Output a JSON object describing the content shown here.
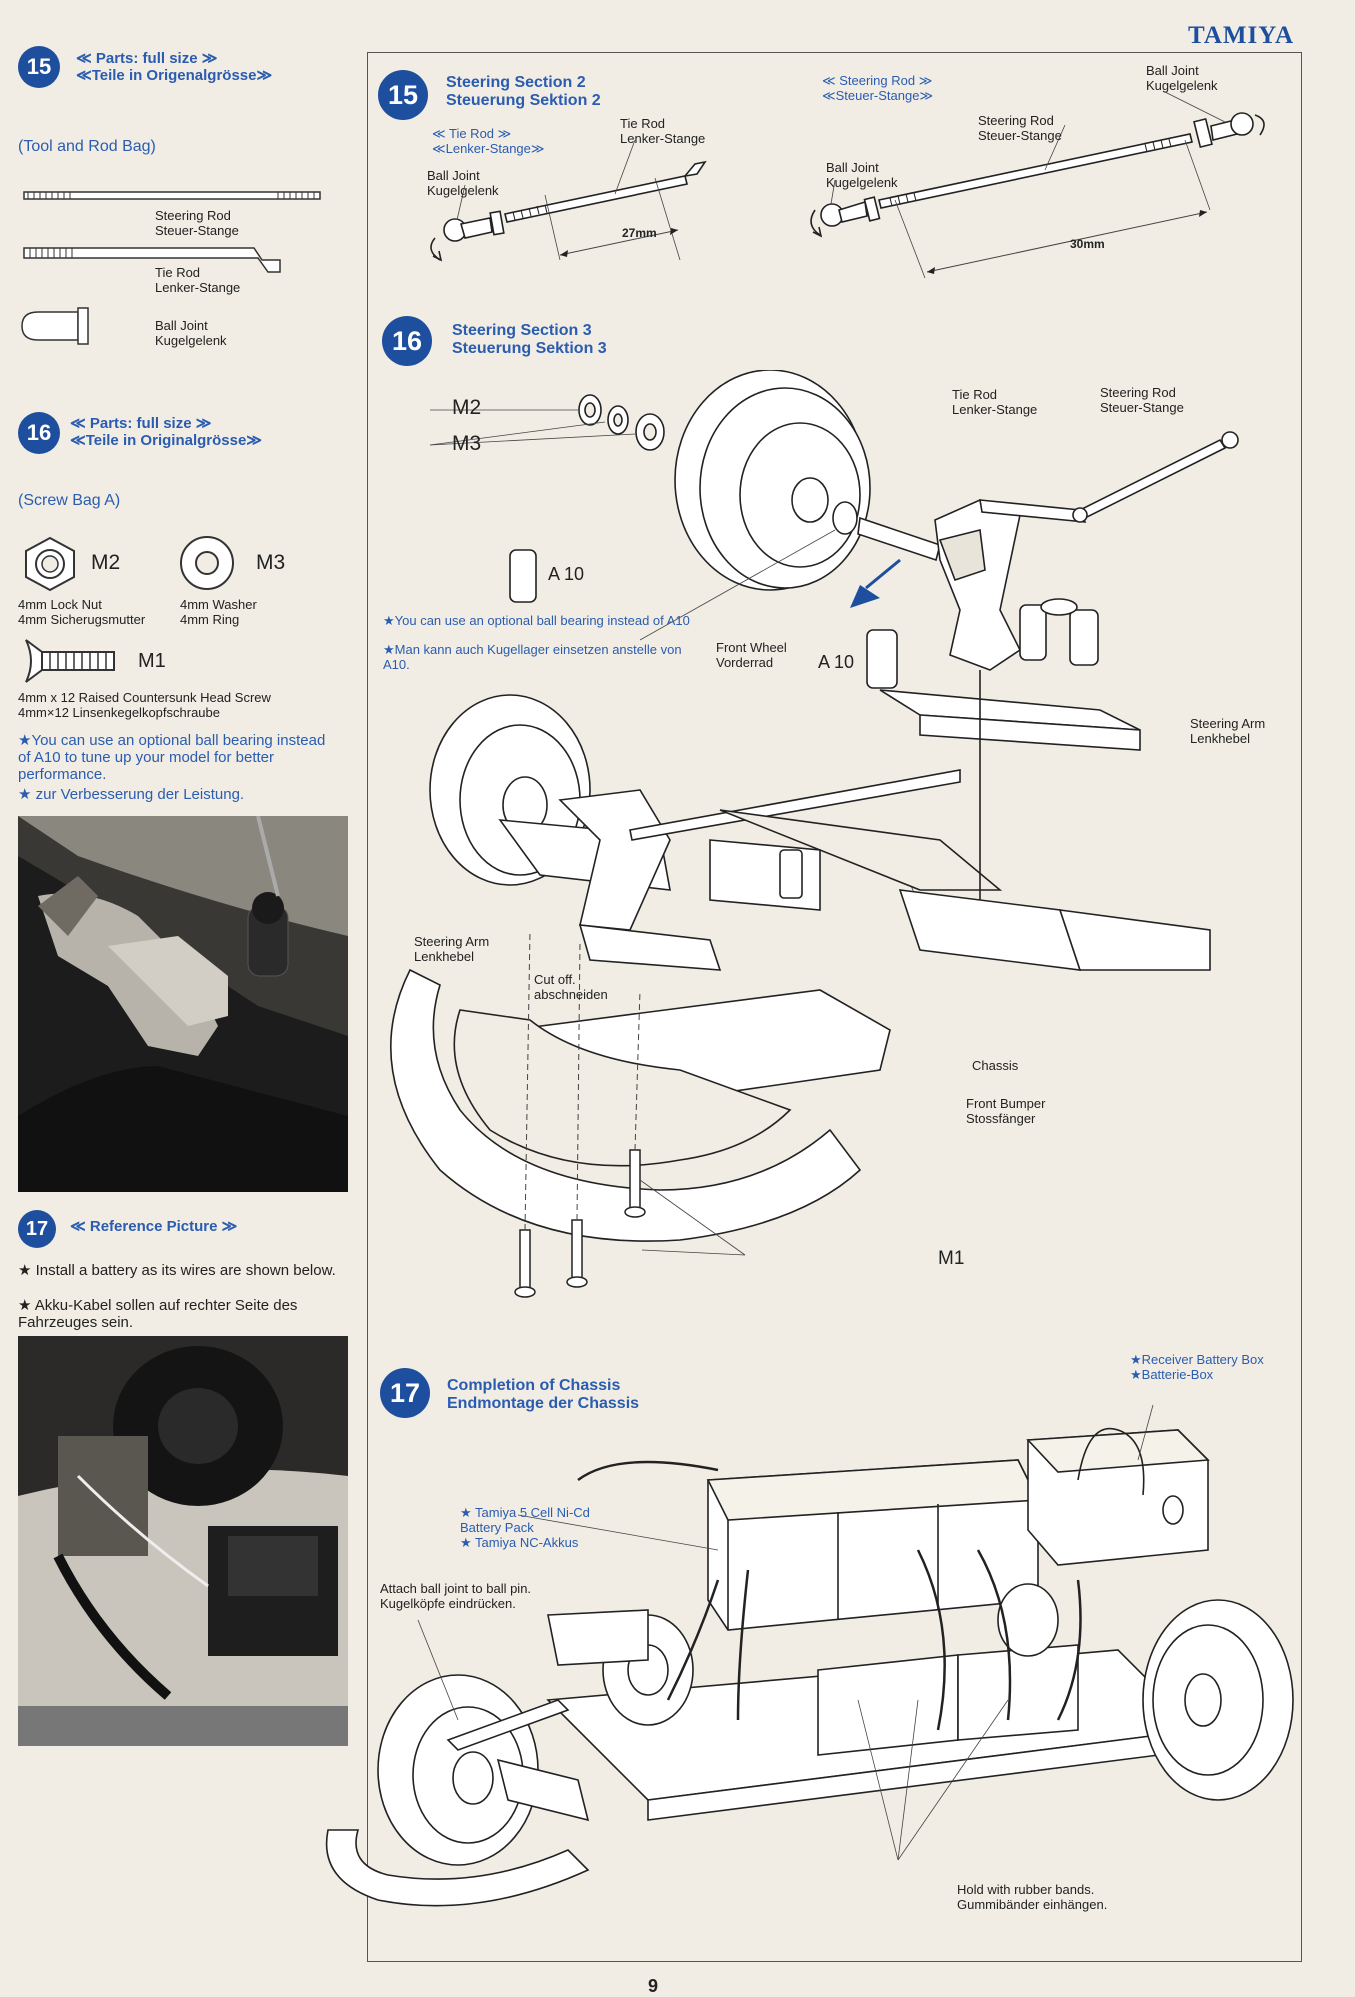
{
  "brand": "TAMIYA",
  "page_number": "9",
  "left": {
    "s15": {
      "num": "15",
      "title_en": "≪ Parts: full size ≫",
      "title_de": "≪Teile in Origenalgrösse≫",
      "bag": "(Tool and Rod Bag)",
      "steering_rod": [
        "Steering Rod",
        "Steuer-Stange"
      ],
      "tie_rod": [
        "Tie Rod",
        "Lenker-Stange"
      ],
      "ball_joint": [
        "Ball Joint",
        "Kugelgelenk"
      ]
    },
    "s16": {
      "num": "16",
      "title_en": "≪ Parts: full size ≫",
      "title_de": "≪Teile in Originalgrösse≫",
      "bag": "(Screw Bag A)",
      "m2": "M2",
      "m3": "M3",
      "m1": "M1",
      "lock_nut": [
        "4mm Lock Nut",
        "4mm Sicherugsmutter"
      ],
      "washer": [
        "4mm Washer",
        "4mm Ring"
      ],
      "screw": [
        "4mm x 12 Raised Countersunk Head Screw",
        "4mm×12 Linsenkegelkopfschraube"
      ],
      "note_en": "★You can use an optional ball bearing instead of A10 to tune up your model for better performance.",
      "note_de": "★ zur Verbesserung der Leistung."
    },
    "s17": {
      "num": "17",
      "title": "≪ Reference Picture ≫",
      "note_en": "★ Install a battery as its wires are shown below.",
      "note_de": "★ Akku-Kabel sollen auf rechter Seite des Fahrzeuges sein."
    }
  },
  "main": {
    "s15": {
      "num": "15",
      "title_en": "Steering Section 2",
      "title_de": "Steuerung Sektion 2",
      "tie_rod_head": [
        "≪ Tie Rod ≫",
        "≪Lenker-Stange≫"
      ],
      "steering_rod_head": [
        "≪ Steering Rod ≫",
        "≪Steuer-Stange≫"
      ],
      "tie_rod": [
        "Tie Rod",
        "Lenker-Stange"
      ],
      "ball_joint_l": [
        "Ball Joint",
        "Kugelgelenk"
      ],
      "ball_joint_m": [
        "Ball Joint",
        "Kugelgelenk"
      ],
      "ball_joint_r": [
        "Ball Joint",
        "Kugelgelenk"
      ],
      "steering_rod": [
        "Steering Rod",
        "Steuer-Stange"
      ],
      "dim_27": "27mm",
      "dim_30": "30mm"
    },
    "s16": {
      "num": "16",
      "title_en": "Steering Section 3",
      "title_de": "Steuerung Sektion 3",
      "m2": "M2",
      "m3": "M3",
      "a10_l": "A 10",
      "a10_r": "A 10",
      "note_en": "★You can use an optional ball bearing instead of A10",
      "note_de": "★Man kann auch Kugellager einsetzen anstelle von A10.",
      "front_wheel": [
        "Front Wheel",
        "Vorderrad"
      ],
      "tie_rod": [
        "Tie Rod",
        "Lenker-Stange"
      ],
      "steering_rod": [
        "Steering Rod",
        "Steuer-Stange"
      ],
      "steering_arm_r": [
        "Steering Arm",
        "Lenkhebel"
      ],
      "steering_arm_l": [
        "Steering Arm",
        "Lenkhebel"
      ],
      "cut_off": [
        "Cut off.",
        "abschneiden"
      ],
      "chassis": "Chassis",
      "front_bumper": [
        "Front Bumper",
        "Stossfänger"
      ],
      "m1": "M1"
    },
    "s17": {
      "num": "17",
      "title_en": "Completion of Chassis",
      "title_de": "Endmontage der Chassis",
      "receiver_box": [
        "★Receiver Battery Box",
        "★Batterie-Box"
      ],
      "battery": [
        "★ Tamiya 5 Cell Ni-Cd",
        "Battery Pack",
        "★ Tamiya NC-Akkus"
      ],
      "attach": [
        "Attach ball joint to ball pin.",
        "Kugelköpfe eindrücken."
      ],
      "hold": [
        "Hold with rubber bands.",
        "Gummibänder einhängen."
      ]
    }
  }
}
